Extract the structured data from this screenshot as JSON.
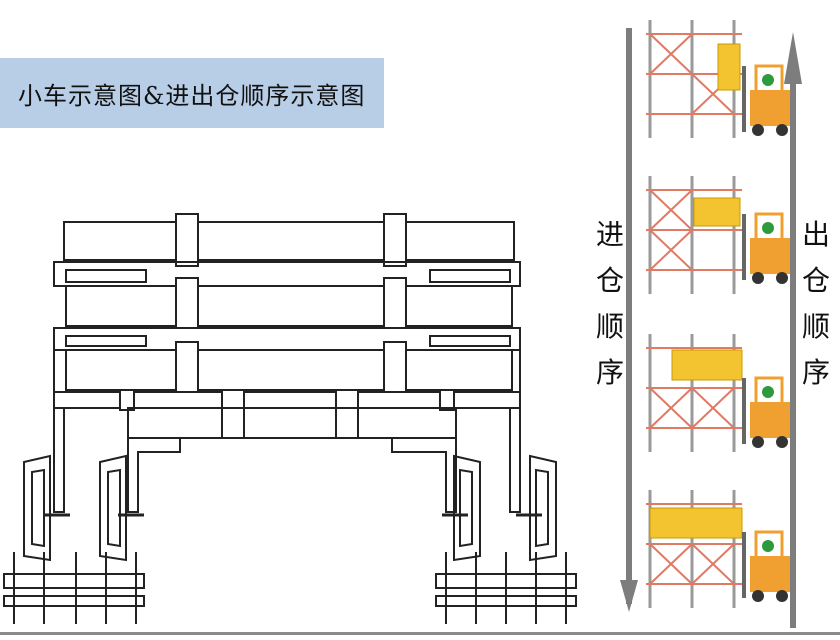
{
  "header": {
    "title": "小车示意图&进出仓顺序示意图"
  },
  "labels": {
    "inbound": [
      "进",
      "仓",
      "顺",
      "序"
    ],
    "outbound": [
      "出",
      "仓",
      "顺",
      "序"
    ]
  },
  "icons": {
    "arrow_up": "arrow-up-icon",
    "arrow_down": "arrow-down-icon",
    "forklift": "forklift-icon"
  },
  "colors": {
    "title_bg": "#b8cde6",
    "rack_frame": "#e07a64",
    "rack_post": "#9a9a9a",
    "cargo": "#f4c430",
    "forklift_body": "#f0a030",
    "driver": "#2e9a3e",
    "arrow": "#7d7d7d",
    "cart_line": "#222222"
  }
}
